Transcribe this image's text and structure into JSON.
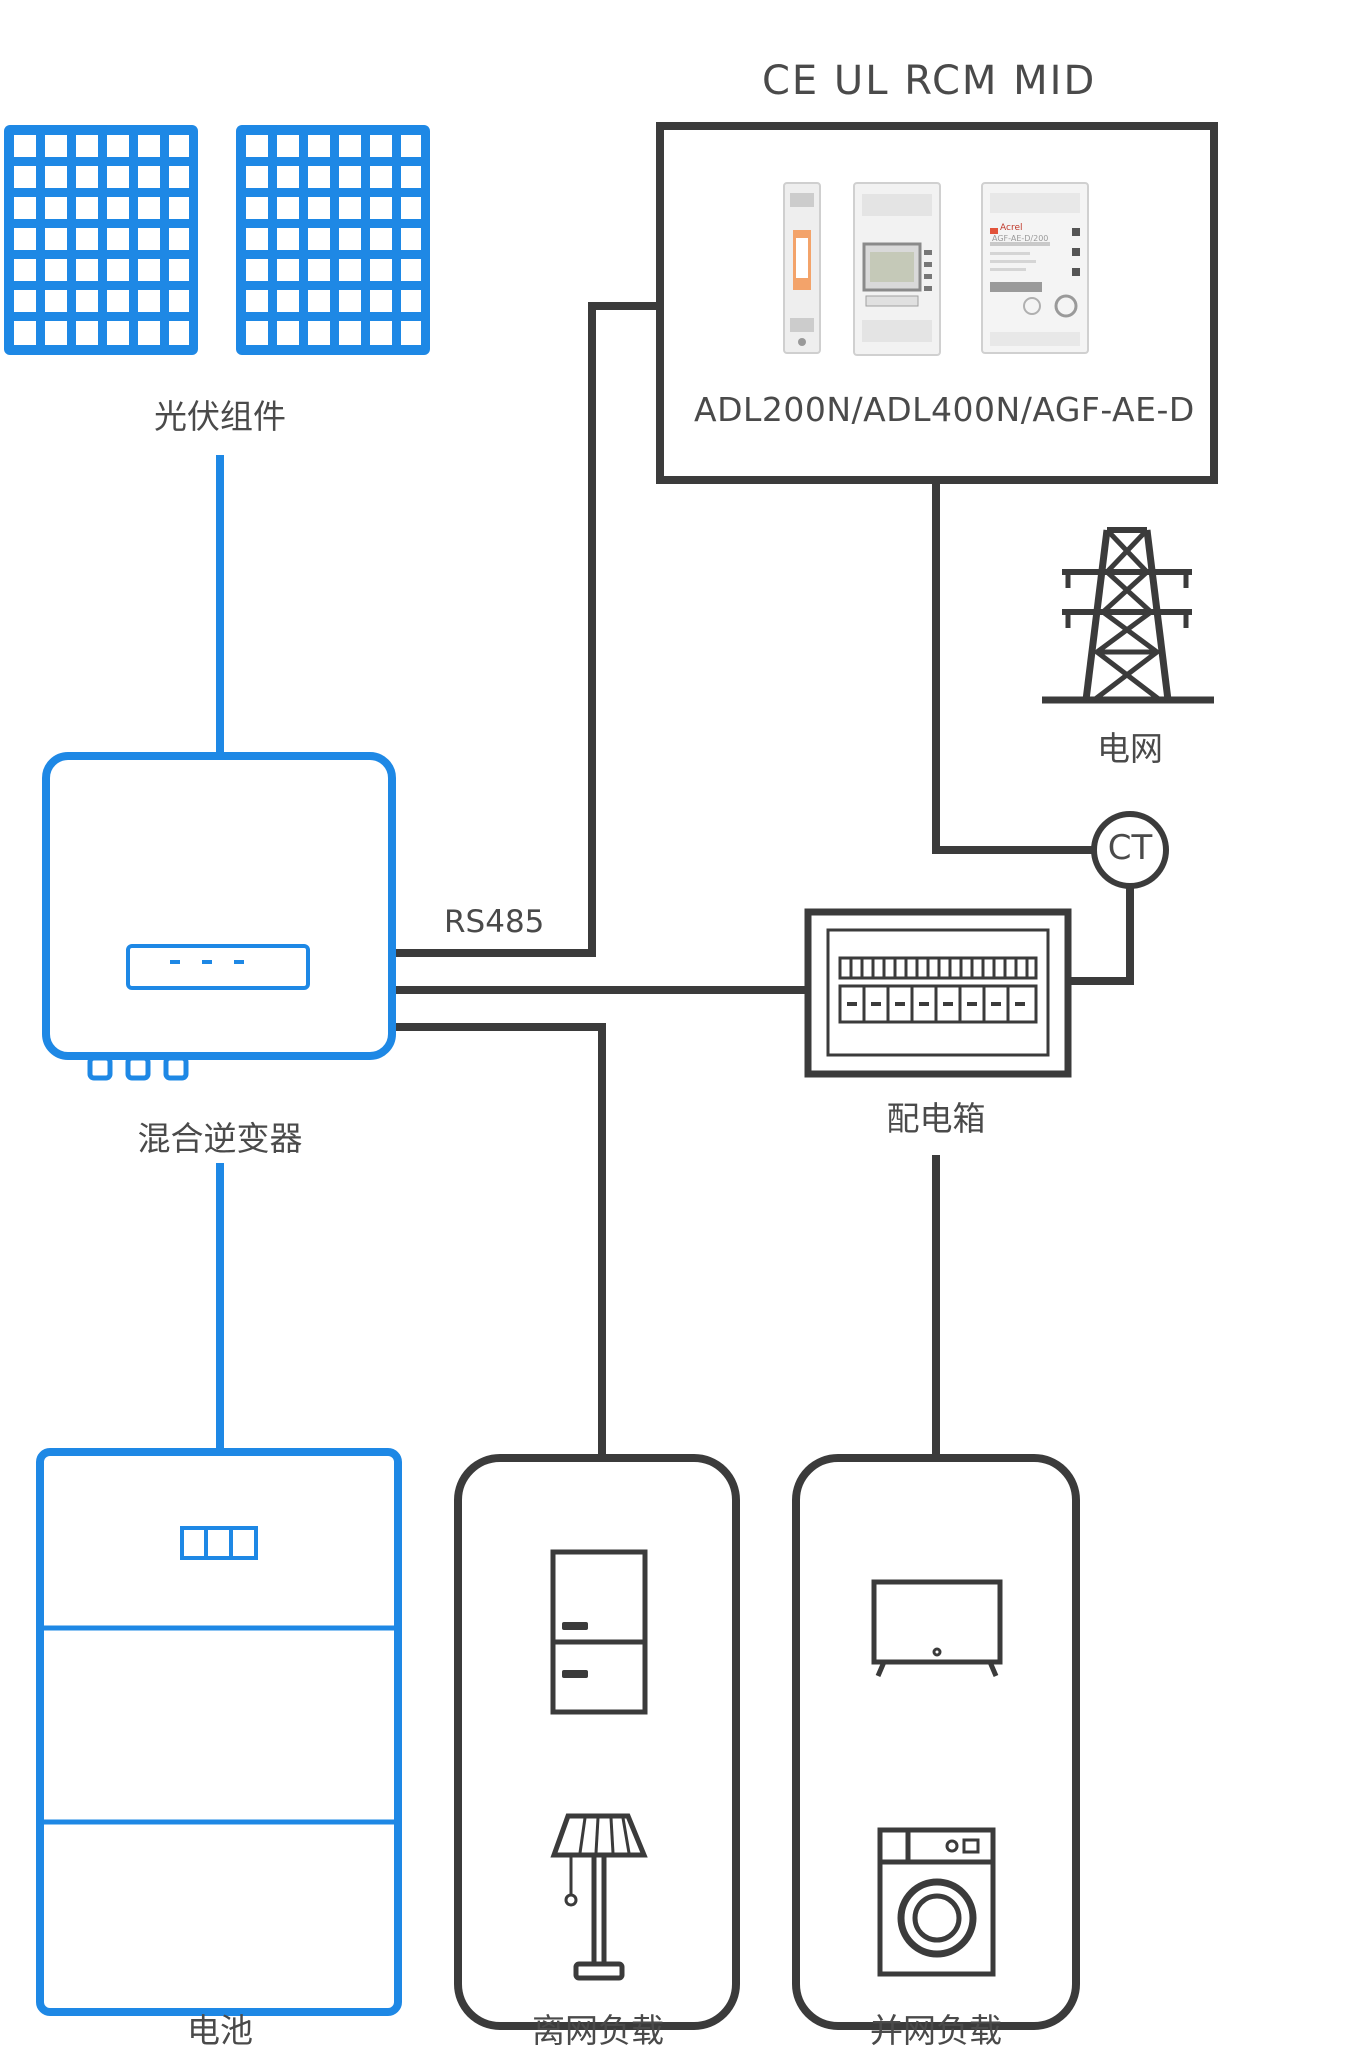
{
  "labels": {
    "pv_modules": "光伏组件",
    "hybrid_inverter": "混合逆变器",
    "battery": "电池",
    "grid": "电网",
    "distribution_box": "配电箱",
    "offgrid_load": "离网负载",
    "ongrid_load": "并网负载",
    "rs485": "RS485",
    "ct": "CT",
    "certifications": "CE   UL   RCM   MID",
    "meter_models": "ADL200N/ADL400N/AGF-AE-D",
    "meter_brand": "Acrel",
    "meter_model_tag": "AGF-AE-D/200"
  },
  "colors": {
    "blue": "#1e88e5",
    "dark": "#3b3b3b",
    "text": "#4a4a4a"
  }
}
